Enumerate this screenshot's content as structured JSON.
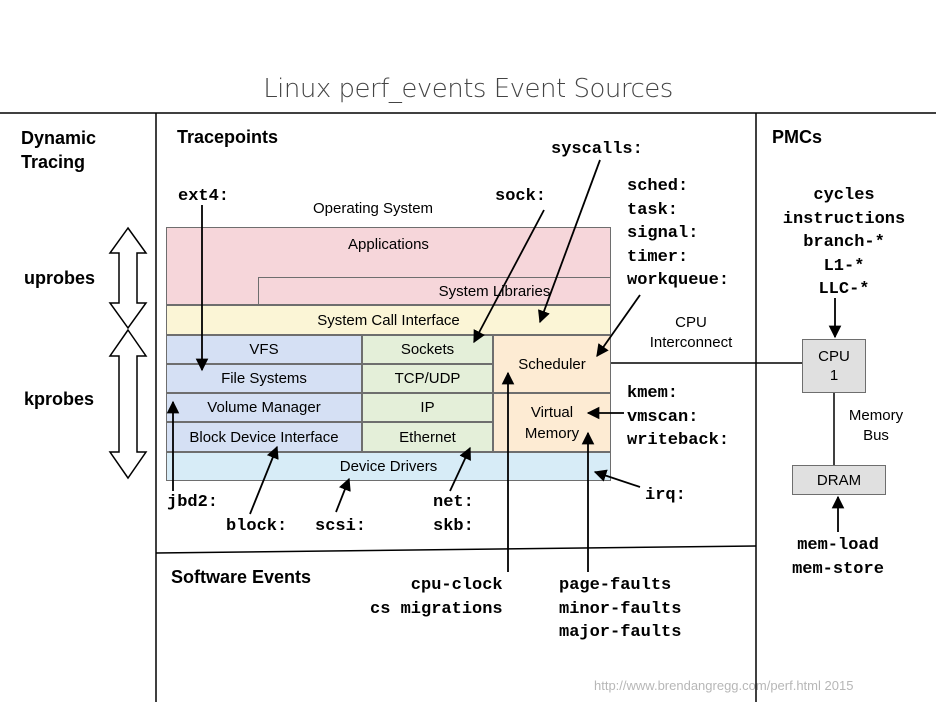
{
  "title": "Linux perf_events Event Sources",
  "sections": {
    "dynamic": "Dynamic\nTracing",
    "tracepoints": "Tracepoints",
    "pmcs": "PMCs",
    "software": "Software Events"
  },
  "dynamic_probes": {
    "uprobes": "uprobes",
    "kprobes": "kprobes"
  },
  "os_label": "Operating System",
  "os_layers": {
    "applications": "Applications",
    "system_libraries": "System Libraries",
    "system_call_interface": "System Call Interface",
    "vfs": "VFS",
    "file_systems": "File Systems",
    "volume_manager": "Volume Manager",
    "block_device_interface": "Block Device Interface",
    "sockets": "Sockets",
    "tcp_udp": "TCP/UDP",
    "ip": "IP",
    "ethernet": "Ethernet",
    "scheduler": "Scheduler",
    "virtual_memory": "Virtual\nMemory",
    "device_drivers": "Device Drivers"
  },
  "tracepoint_labels": {
    "ext4": "ext4:",
    "sock": "sock:",
    "syscalls": "syscalls:",
    "sched_group": "sched:\ntask:\nsignal:\ntimer:\nworkqueue:",
    "mem_group": "kmem:\nvmscan:\nwriteback:",
    "irq": "irq:",
    "jbd2": "jbd2:",
    "block": "block:",
    "scsi": "scsi:",
    "net_group": "net:\nskb:"
  },
  "software_events": {
    "cpu_group": "cpu-clock\ncs migrations",
    "faults_group": "page-faults\nminor-faults\nmajor-faults"
  },
  "hardware": {
    "cpu_interconnect": "CPU\nInterconnect",
    "cpu_box": "CPU\n1",
    "memory_bus": "Memory\nBus",
    "dram": "DRAM",
    "pmc_events": "cycles\ninstructions\nbranch-*\nL1-*\nLLC-*",
    "mem_events": "mem-load\nmem-store"
  },
  "footer": "http://www.brendangregg.com/perf.html 2015"
}
